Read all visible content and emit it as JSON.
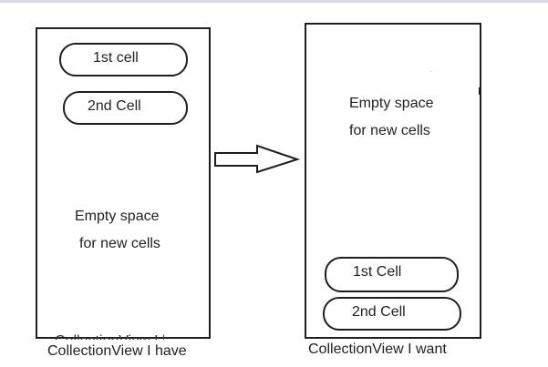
{
  "diagram": {
    "before": {
      "caption": "CollectionView I have",
      "cells": [
        "1st cell",
        "2nd Cell"
      ],
      "empty_note_line1": "Empty space",
      "empty_note_line2": "for new cells"
    },
    "after": {
      "caption": "CollectionView I want",
      "cells": [
        "1st Cell",
        "2nd Cell"
      ],
      "empty_note_line1": "Empty space",
      "empty_note_line2": "for new cells"
    },
    "colors": {
      "stroke": "#1e1e1e",
      "text": "#222222",
      "background": "#ffffff"
    }
  }
}
